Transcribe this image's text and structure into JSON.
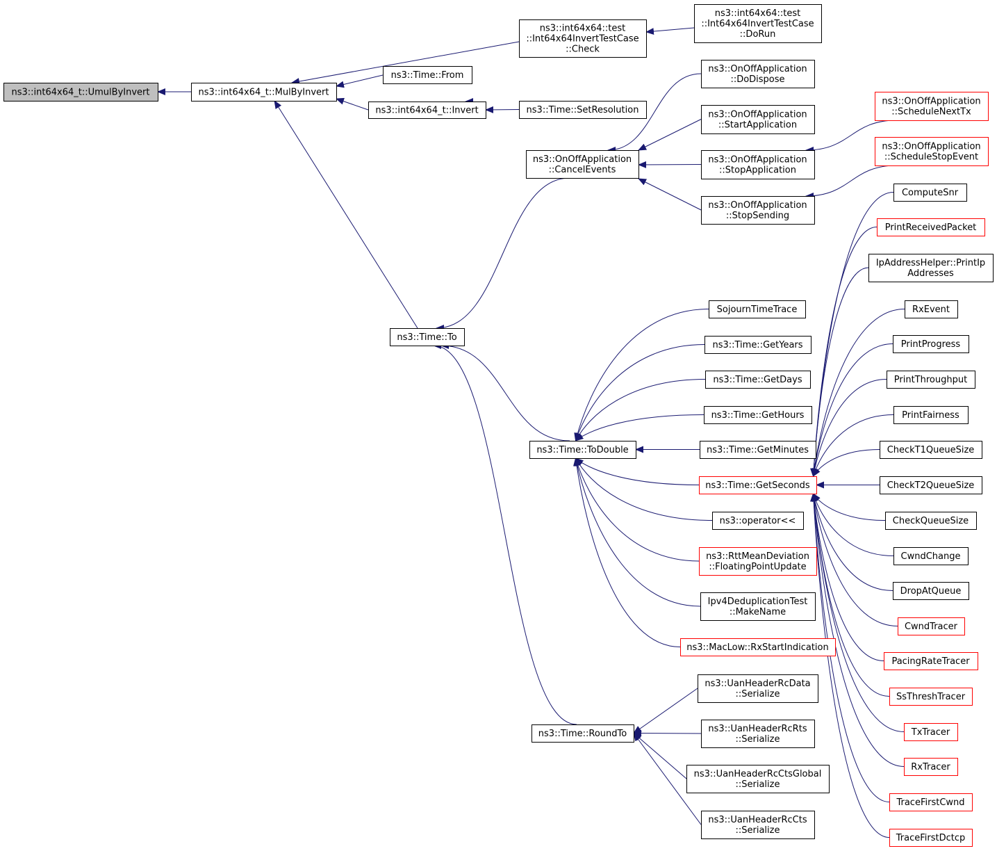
{
  "nodes": [
    {
      "id": "umul",
      "lines": [
        "ns3::int64x64_t::UmulByInvert"
      ],
      "style": "root"
    },
    {
      "id": "mulby",
      "lines": [
        "ns3::int64x64_t::MulByInvert"
      ],
      "style": "normal"
    },
    {
      "id": "check",
      "lines": [
        "ns3::int64x64::test",
        "::Int64x64InvertTestCase",
        "::Check"
      ],
      "style": "normal"
    },
    {
      "id": "dorun",
      "lines": [
        "ns3::int64x64::test",
        "::Int64x64InvertTestCase",
        "::DoRun"
      ],
      "style": "normal"
    },
    {
      "id": "from",
      "lines": [
        "ns3::Time::From"
      ],
      "style": "normal"
    },
    {
      "id": "invert",
      "lines": [
        "ns3::int64x64_t::Invert"
      ],
      "style": "normal"
    },
    {
      "id": "setres",
      "lines": [
        "ns3::Time::SetResolution"
      ],
      "style": "normal"
    },
    {
      "id": "dodispose",
      "lines": [
        "ns3::OnOffApplication",
        "::DoDispose"
      ],
      "style": "normal"
    },
    {
      "id": "startapp",
      "lines": [
        "ns3::OnOffApplication",
        "::StartApplication"
      ],
      "style": "normal"
    },
    {
      "id": "cancel",
      "lines": [
        "ns3::OnOffApplication",
        "::CancelEvents"
      ],
      "style": "normal"
    },
    {
      "id": "stopapp",
      "lines": [
        "ns3::OnOffApplication",
        "::StopApplication"
      ],
      "style": "normal"
    },
    {
      "id": "stopsend",
      "lines": [
        "ns3::OnOffApplication",
        "::StopSending"
      ],
      "style": "normal"
    },
    {
      "id": "schednext",
      "lines": [
        "ns3::OnOffApplication",
        "::ScheduleNextTx"
      ],
      "style": "red"
    },
    {
      "id": "schedstop",
      "lines": [
        "ns3::OnOffApplication",
        "::ScheduleStopEvent"
      ],
      "style": "red"
    },
    {
      "id": "to",
      "lines": [
        "ns3::Time::To"
      ],
      "style": "normal"
    },
    {
      "id": "todouble",
      "lines": [
        "ns3::Time::ToDouble"
      ],
      "style": "normal"
    },
    {
      "id": "sojourn",
      "lines": [
        "SojournTimeTrace"
      ],
      "style": "normal"
    },
    {
      "id": "years",
      "lines": [
        "ns3::Time::GetYears"
      ],
      "style": "normal"
    },
    {
      "id": "days",
      "lines": [
        "ns3::Time::GetDays"
      ],
      "style": "normal"
    },
    {
      "id": "hours",
      "lines": [
        "ns3::Time::GetHours"
      ],
      "style": "normal"
    },
    {
      "id": "minutes",
      "lines": [
        "ns3::Time::GetMinutes"
      ],
      "style": "normal"
    },
    {
      "id": "seconds",
      "lines": [
        "ns3::Time::GetSeconds"
      ],
      "style": "red"
    },
    {
      "id": "oplt",
      "lines": [
        "ns3::operator<<"
      ],
      "style": "normal"
    },
    {
      "id": "rtt",
      "lines": [
        "ns3::RttMeanDeviation",
        "::FloatingPointUpdate"
      ],
      "style": "red"
    },
    {
      "id": "ipv4dedup",
      "lines": [
        "Ipv4DeduplicationTest",
        "::MakeName"
      ],
      "style": "normal"
    },
    {
      "id": "maclow",
      "lines": [
        "ns3::MacLow::RxStartIndication"
      ],
      "style": "red"
    },
    {
      "id": "roundto",
      "lines": [
        "ns3::Time::RoundTo"
      ],
      "style": "normal"
    },
    {
      "id": "uandata",
      "lines": [
        "ns3::UanHeaderRcData",
        "::Serialize"
      ],
      "style": "normal"
    },
    {
      "id": "uanrts",
      "lines": [
        "ns3::UanHeaderRcRts",
        "::Serialize"
      ],
      "style": "normal"
    },
    {
      "id": "uanglobal",
      "lines": [
        "ns3::UanHeaderRcCtsGlobal",
        "::Serialize"
      ],
      "style": "normal"
    },
    {
      "id": "uancts",
      "lines": [
        "ns3::UanHeaderRcCts",
        "::Serialize"
      ],
      "style": "normal"
    },
    {
      "id": "computesnr",
      "lines": [
        "ComputeSnr"
      ],
      "style": "normal"
    },
    {
      "id": "printrecv",
      "lines": [
        "PrintReceivedPacket"
      ],
      "style": "red"
    },
    {
      "id": "ipaddr",
      "lines": [
        "IpAddressHelper::PrintIp",
        "Addresses"
      ],
      "style": "normal"
    },
    {
      "id": "rxevent",
      "lines": [
        "RxEvent"
      ],
      "style": "normal"
    },
    {
      "id": "printprog",
      "lines": [
        "PrintProgress"
      ],
      "style": "normal"
    },
    {
      "id": "printthru",
      "lines": [
        "PrintThroughput"
      ],
      "style": "normal"
    },
    {
      "id": "printfair",
      "lines": [
        "PrintFairness"
      ],
      "style": "normal"
    },
    {
      "id": "checkt1",
      "lines": [
        "CheckT1QueueSize"
      ],
      "style": "normal"
    },
    {
      "id": "checkt2",
      "lines": [
        "CheckT2QueueSize"
      ],
      "style": "normal"
    },
    {
      "id": "checkq",
      "lines": [
        "CheckQueueSize"
      ],
      "style": "normal"
    },
    {
      "id": "cwndchange",
      "lines": [
        "CwndChange"
      ],
      "style": "normal"
    },
    {
      "id": "dropatq",
      "lines": [
        "DropAtQueue"
      ],
      "style": "normal"
    },
    {
      "id": "cwndtracer",
      "lines": [
        "CwndTracer"
      ],
      "style": "red"
    },
    {
      "id": "pacing",
      "lines": [
        "PacingRateTracer"
      ],
      "style": "red"
    },
    {
      "id": "ssthresh",
      "lines": [
        "SsThreshTracer"
      ],
      "style": "red"
    },
    {
      "id": "txtracer",
      "lines": [
        "TxTracer"
      ],
      "style": "red"
    },
    {
      "id": "rxtracer",
      "lines": [
        "RxTracer"
      ],
      "style": "red"
    },
    {
      "id": "tracecwnd",
      "lines": [
        "TraceFirstCwnd"
      ],
      "style": "red"
    },
    {
      "id": "tracedctcp",
      "lines": [
        "TraceFirstDctcp"
      ],
      "style": "red"
    }
  ],
  "edges": [
    [
      "mulby",
      "umul"
    ],
    [
      "check",
      "mulby"
    ],
    [
      "from",
      "mulby"
    ],
    [
      "invert",
      "mulby"
    ],
    [
      "to",
      "mulby"
    ],
    [
      "dorun",
      "check"
    ],
    [
      "invert",
      "check"
    ],
    [
      "setres",
      "invert"
    ],
    [
      "cancel",
      "to"
    ],
    [
      "todouble",
      "to"
    ],
    [
      "roundto",
      "to"
    ],
    [
      "dodispose",
      "cancel"
    ],
    [
      "startapp",
      "cancel"
    ],
    [
      "stopapp",
      "cancel"
    ],
    [
      "stopsend",
      "cancel"
    ],
    [
      "schednext",
      "stopapp"
    ],
    [
      "schedstop",
      "stopsend"
    ],
    [
      "sojourn",
      "todouble"
    ],
    [
      "years",
      "todouble"
    ],
    [
      "days",
      "todouble"
    ],
    [
      "hours",
      "todouble"
    ],
    [
      "minutes",
      "todouble"
    ],
    [
      "seconds",
      "todouble"
    ],
    [
      "oplt",
      "todouble"
    ],
    [
      "rtt",
      "todouble"
    ],
    [
      "ipv4dedup",
      "todouble"
    ],
    [
      "maclow",
      "todouble"
    ],
    [
      "uandata",
      "roundto"
    ],
    [
      "uanrts",
      "roundto"
    ],
    [
      "uanglobal",
      "roundto"
    ],
    [
      "uancts",
      "roundto"
    ],
    [
      "computesnr",
      "seconds"
    ],
    [
      "printrecv",
      "seconds"
    ],
    [
      "ipaddr",
      "seconds"
    ],
    [
      "rxevent",
      "seconds"
    ],
    [
      "printprog",
      "seconds"
    ],
    [
      "printthru",
      "seconds"
    ],
    [
      "printfair",
      "seconds"
    ],
    [
      "checkt1",
      "seconds"
    ],
    [
      "checkt2",
      "seconds"
    ],
    [
      "checkq",
      "seconds"
    ],
    [
      "cwndchange",
      "seconds"
    ],
    [
      "dropatq",
      "seconds"
    ],
    [
      "cwndtracer",
      "seconds"
    ],
    [
      "pacing",
      "seconds"
    ],
    [
      "ssthresh",
      "seconds"
    ],
    [
      "txtracer",
      "seconds"
    ],
    [
      "rxtracer",
      "seconds"
    ],
    [
      "tracecwnd",
      "seconds"
    ],
    [
      "tracedctcp",
      "seconds"
    ]
  ],
  "colors": {
    "edge": "#191970",
    "node_border": "#000000",
    "highlight_border": "#ff0000",
    "root_fill": "#bfbfbf"
  }
}
